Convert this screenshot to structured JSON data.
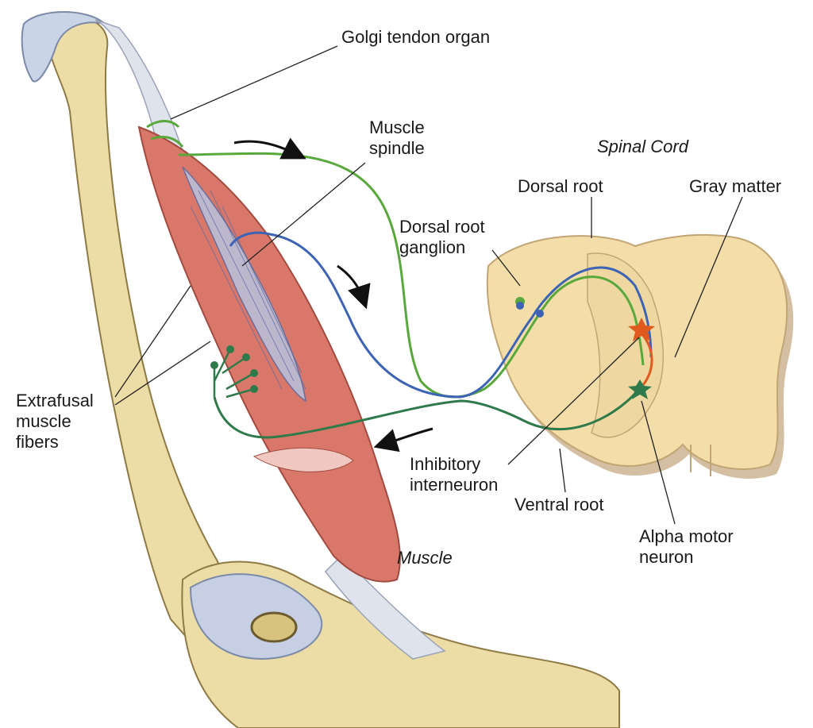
{
  "labels": {
    "golgi_tendon_organ": "Golgi tendon organ",
    "muscle_spindle": "Muscle\nspindle",
    "spinal_cord": "Spinal Cord",
    "dorsal_root": "Dorsal root",
    "gray_matter": "Gray matter",
    "dorsal_root_ganglion": "Dorsal root\nganglion",
    "extrafusal_muscle_fibers": "Extrafusal\nmuscle\nfibers",
    "inhibitory_interneuron": "Inhibitory\ninterneuron",
    "ventral_root": "Ventral root",
    "alpha_motor_neuron": "Alpha motor\nneuron",
    "muscle": "Muscle"
  },
  "colors": {
    "bone": "#ecdca6",
    "bone_shadow": "#c9b57a",
    "muscle": "#d9786a",
    "muscle_dark": "#b9544a",
    "tendon": "#dfe3ec",
    "cord_tan": "#f3dda9",
    "cord_shadow": "#b89566",
    "golgi_nerve": "#58a83c",
    "spindle_nerve": "#3d64b4",
    "motor_nerve": "#2f7a4a",
    "interneuron": "#e05a1e",
    "arrow": "#111111"
  }
}
